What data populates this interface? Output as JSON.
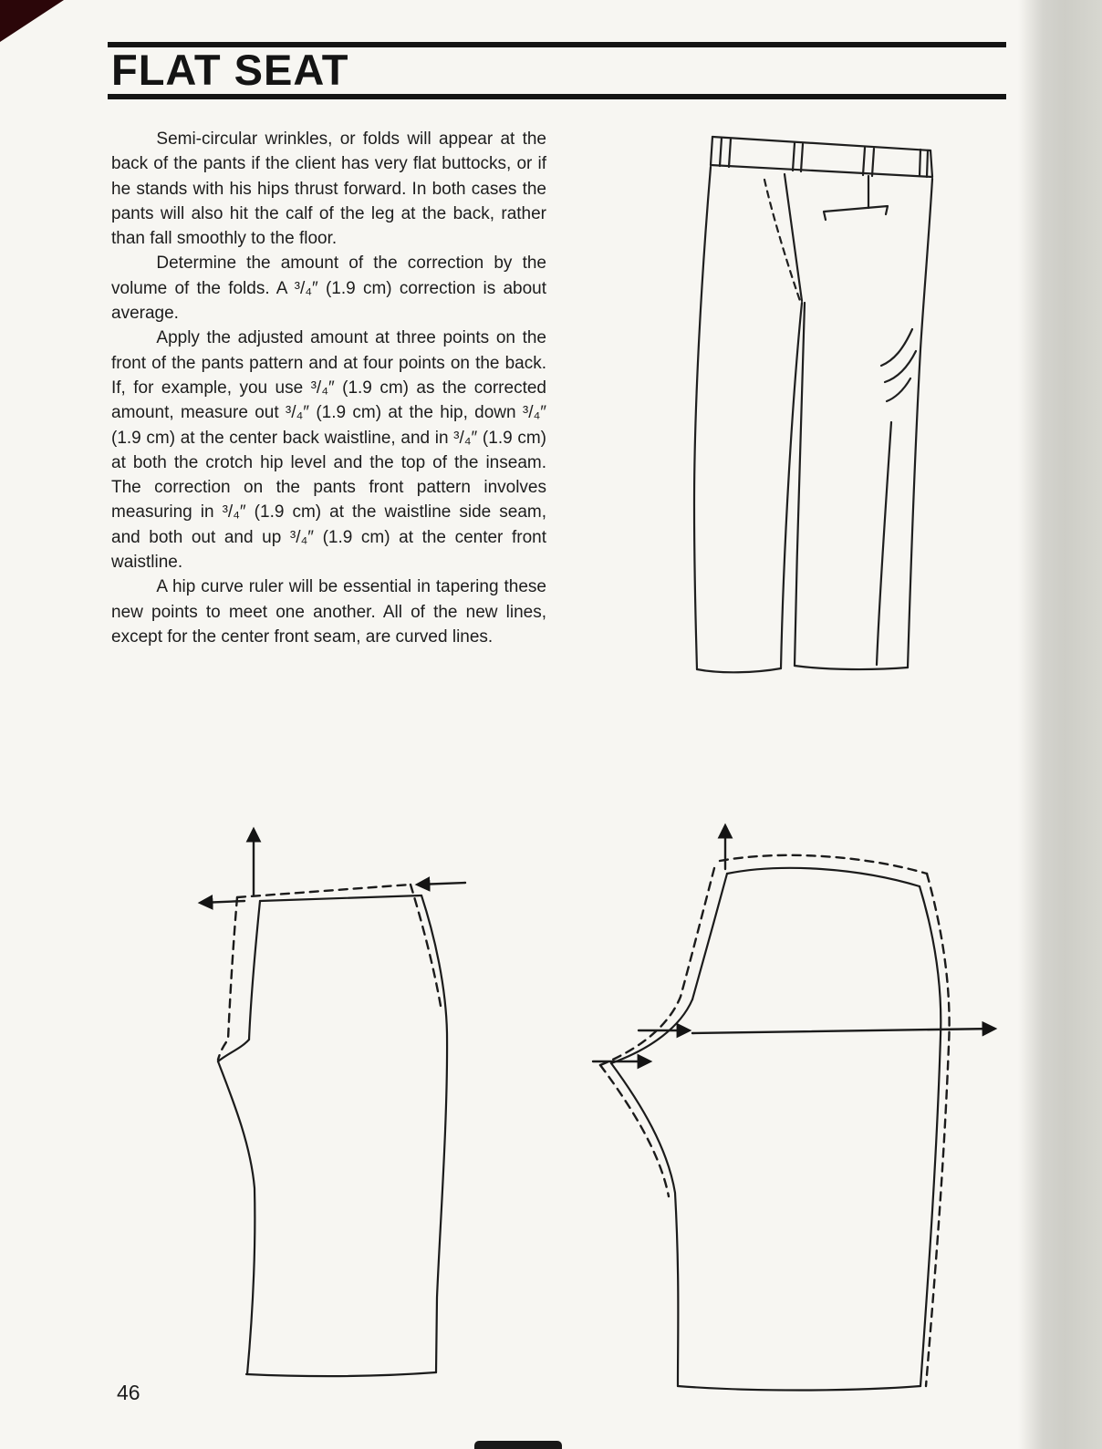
{
  "header": {
    "title": "FLAT SEAT"
  },
  "article": {
    "paragraphs": [
      "Semi-circular wrinkles, or folds will appear at the back of the pants if the client has very flat buttocks, or if he stands with his hips thrust forward. In both cases the pants will also hit the calf of the leg at the back, rather than fall smoothly to the floor.",
      "Determine the amount of the correction by the volume of the folds. A ³/₄″ (1.9 cm) correction is about average.",
      "Apply the adjusted amount at three points on the front of the pants pattern and at four points on the back. If, for example, you use ³/₄″ (1.9 cm) as the corrected amount, measure out ³/₄″ (1.9 cm) at the hip, down ³/₄″ (1.9 cm) at the center back waistline, and in ³/₄″ (1.9 cm) at both the crotch hip level and the top of the inseam. The correction on the pants front pattern involves measuring in ³/₄″ (1.9 cm) at the waistline side seam, and both out and up ³/₄″ (1.9 cm) at the center front waistline.",
      "A hip curve ruler will be essential in tapering these new points to meet one another. All of the new lines, except for the center front seam, are curved lines."
    ]
  },
  "page": {
    "number": "46"
  }
}
